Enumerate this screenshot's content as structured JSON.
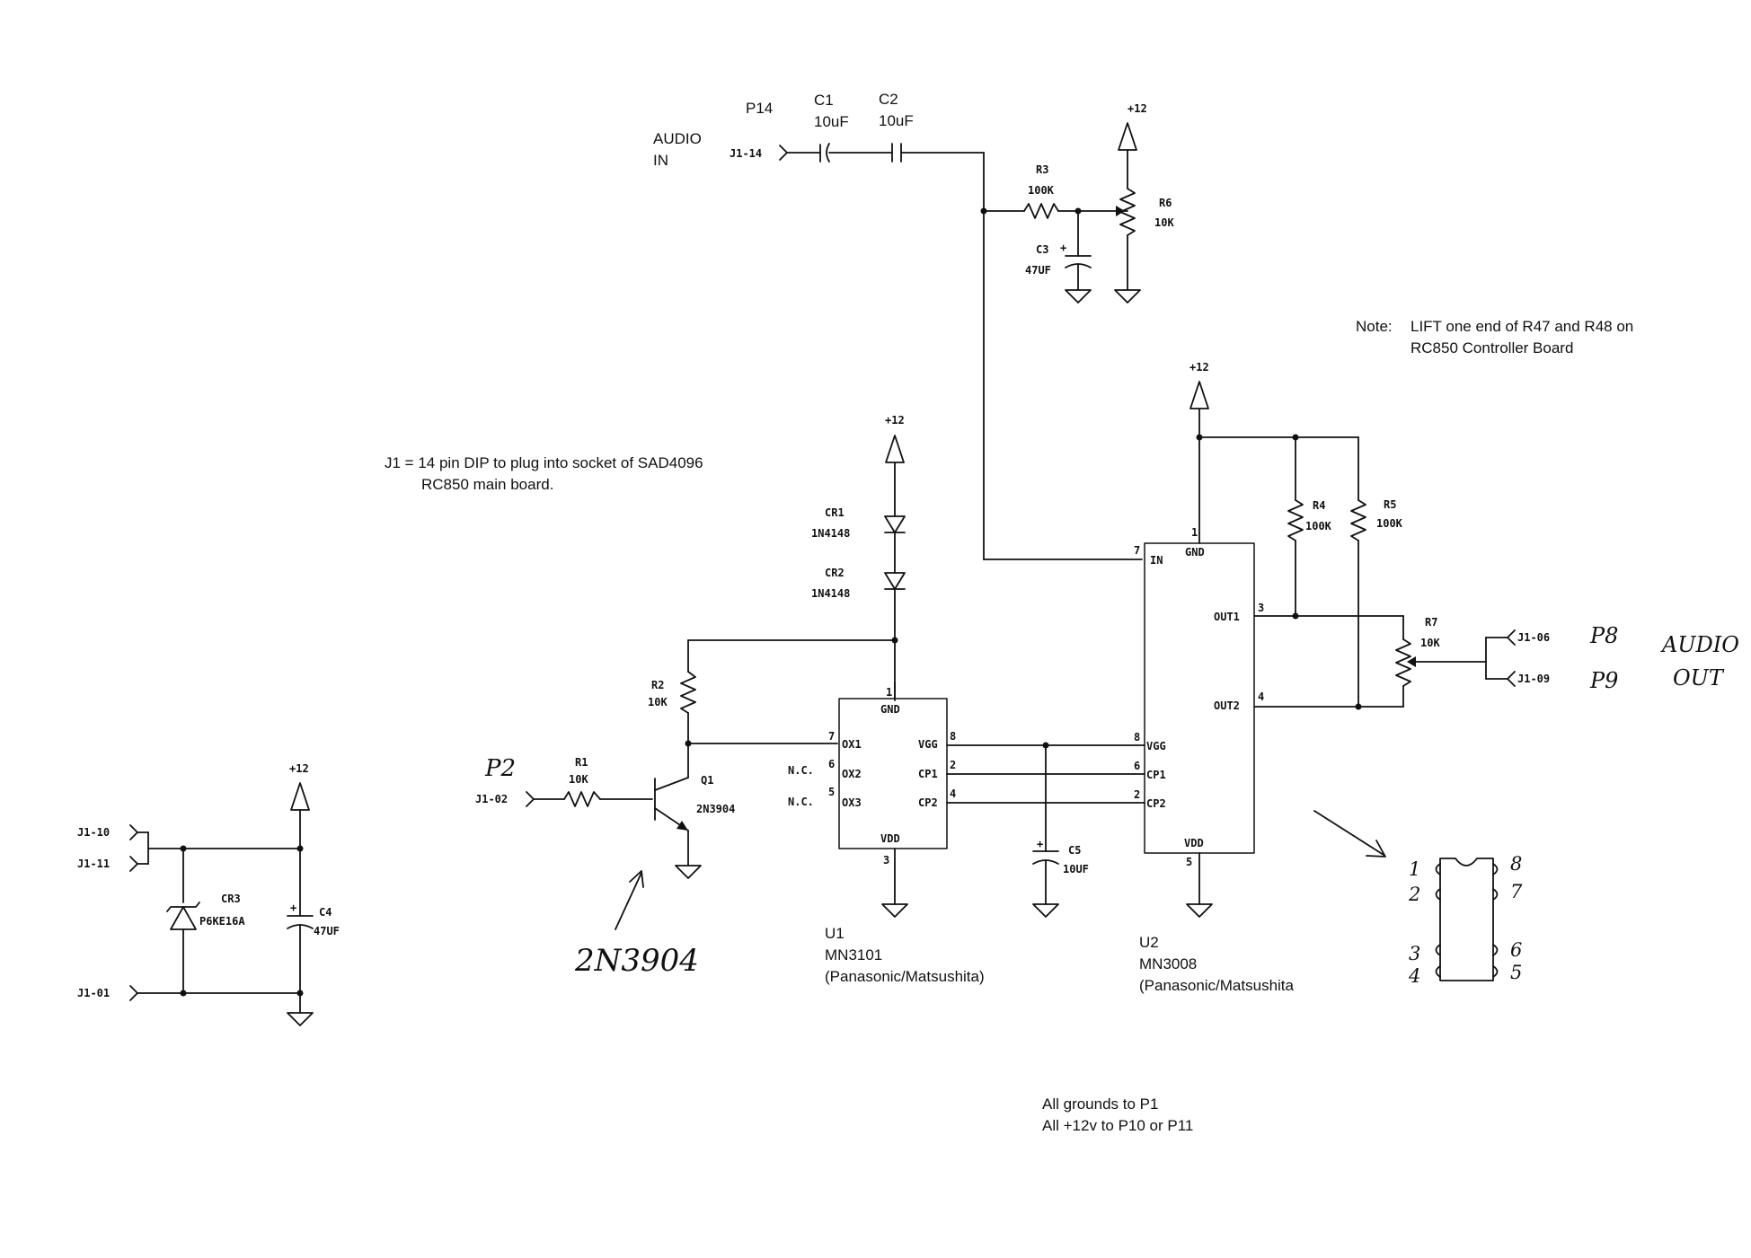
{
  "input": {
    "title_line1": "AUDIO",
    "title_line2": "IN",
    "connector": "P14",
    "pin": "J1-14"
  },
  "components": {
    "c1": {
      "ref": "C1",
      "value": "10uF"
    },
    "c2": {
      "ref": "C2",
      "value": "10uF"
    },
    "r3": {
      "ref": "R3",
      "value": "100K"
    },
    "r6": {
      "ref": "R6",
      "value": "10K"
    },
    "c3": {
      "ref": "C3",
      "value": "47UF"
    },
    "cr1": {
      "ref": "CR1",
      "value": "1N4148"
    },
    "cr2": {
      "ref": "CR2",
      "value": "1N4148"
    },
    "r2": {
      "ref": "R2",
      "value": "10K"
    },
    "r1": {
      "ref": "R1",
      "value": "10K"
    },
    "q1": {
      "ref": "Q1",
      "value": "2N3904"
    },
    "c5": {
      "ref": "C5",
      "value": "10UF"
    },
    "r4": {
      "ref": "R4",
      "value": "100K"
    },
    "r5": {
      "ref": "R5",
      "value": "100K"
    },
    "r7": {
      "ref": "R7",
      "value": "10K"
    },
    "cr3": {
      "ref": "CR3",
      "value": "P6KE16A"
    },
    "c4": {
      "ref": "C4",
      "value": "47UF"
    }
  },
  "power": {
    "plus12": "+12"
  },
  "u1": {
    "ref": "U1",
    "part": "MN3101",
    "maker": "(Panasonic/Matsushita)",
    "pins": {
      "gnd": "GND",
      "ox1": "OX1",
      "ox2": "OX2",
      "ox3": "OX3",
      "vgg": "VGG",
      "cp1": "CP1",
      "cp2": "CP2",
      "vdd": "VDD"
    },
    "pin_numbers": {
      "gnd": "1",
      "ox1": "7",
      "ox2": "6",
      "ox3": "5",
      "vgg": "8",
      "cp1": "2",
      "cp2": "4",
      "vdd": "3"
    },
    "nc_label": "N.C."
  },
  "u2": {
    "ref": "U2",
    "part": "MN3008",
    "maker": "(Panasonic/Matsushita",
    "pins": {
      "gnd": "GND",
      "in": "IN",
      "out1": "OUT1",
      "out2": "OUT2",
      "vgg": "VGG",
      "cp1": "CP1",
      "cp2": "CP2",
      "vdd": "VDD"
    },
    "pin_numbers": {
      "gnd": "1",
      "in": "7",
      "out1": "3",
      "out2": "4",
      "vgg": "8",
      "cp1": "6",
      "cp2": "2",
      "vdd": "5"
    }
  },
  "output": {
    "pin_a": "J1-06",
    "pin_b": "J1-09",
    "connector_a": "P8",
    "connector_b": "P9",
    "title_line1": "AUDIO",
    "title_line2": "OUT"
  },
  "p2": {
    "connector": "P2",
    "pin": "J1-02"
  },
  "power_in": {
    "pin_10": "J1-10",
    "pin_11": "J1-11",
    "pin_01": "J1-01"
  },
  "notes": {
    "note_label": "Note:",
    "note_line1": "LIFT one end of R47 and R48 on",
    "note_line2": "RC850 Controller Board",
    "j1_line1": "J1 = 14 pin DIP to plug into socket of SAD4096",
    "j1_line2": "RC850 main board.",
    "gnd_line1": "All grounds to P1",
    "gnd_line2": "All +12v to P10 or P11",
    "transistor_handwritten": "2N3904"
  },
  "dip_package": {
    "left_pins": [
      "1",
      "2",
      "3",
      "4"
    ],
    "right_pins": [
      "8",
      "7",
      "6",
      "5"
    ]
  }
}
